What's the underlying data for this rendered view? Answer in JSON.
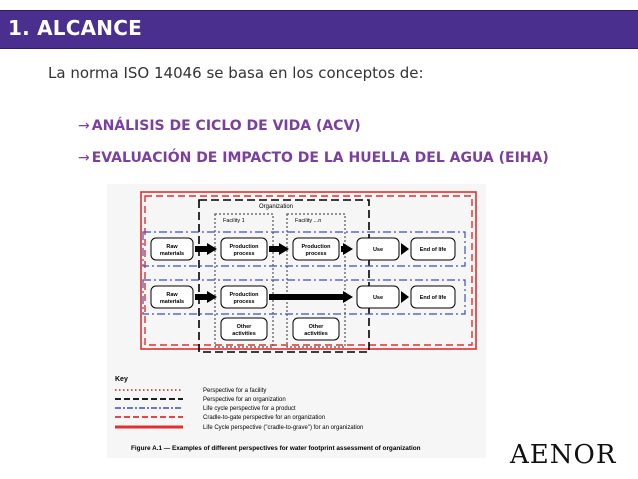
{
  "slide": {
    "title": "1. ALCANCE",
    "intro": "La norma  ISO 14046 se basa en los conceptos de:",
    "bullets": [
      {
        "arrow": "→",
        "text": "ANÁLISIS DE CICLO DE VIDA (ACV)"
      },
      {
        "arrow": "→",
        "text": "EVALUACIÓN DE IMPACTO DE LA HUELLA DEL AGUA (EIHA)"
      }
    ],
    "logo": "AENOR"
  },
  "figure": {
    "organization_label": "Organization",
    "facility1_label": "Facility 1",
    "facilityn_label": "Facility ...n",
    "row1": {
      "raw": [
        "Raw",
        "materials"
      ],
      "prod1": [
        "Production",
        "process"
      ],
      "prod2": [
        "Production",
        "process"
      ],
      "use": "Use",
      "end": "End of life"
    },
    "row2": {
      "raw": [
        "Raw",
        "materials"
      ],
      "prod1": [
        "Production",
        "process"
      ],
      "use": "Use",
      "end": "End of life"
    },
    "other1": [
      "Other",
      "activities"
    ],
    "other2": [
      "Other",
      "activities"
    ],
    "key_title": "Key",
    "key_items": [
      "Perspective for a facility",
      "Perspective for an organization",
      "Life cycle perspective for a product",
      "Cradle-to-gate perspective for an organization",
      "Life Cycle perspective (\"cradle-to-grave\") for an organization"
    ],
    "caption": "Figure A.1 — Examples of different perspectives for water footprint assessment of organization"
  },
  "colors": {
    "title_bar": "#4a2f8f",
    "bullet_text": "#7a3fa0",
    "red": "#e03030",
    "blue": "#3a4fc0"
  }
}
